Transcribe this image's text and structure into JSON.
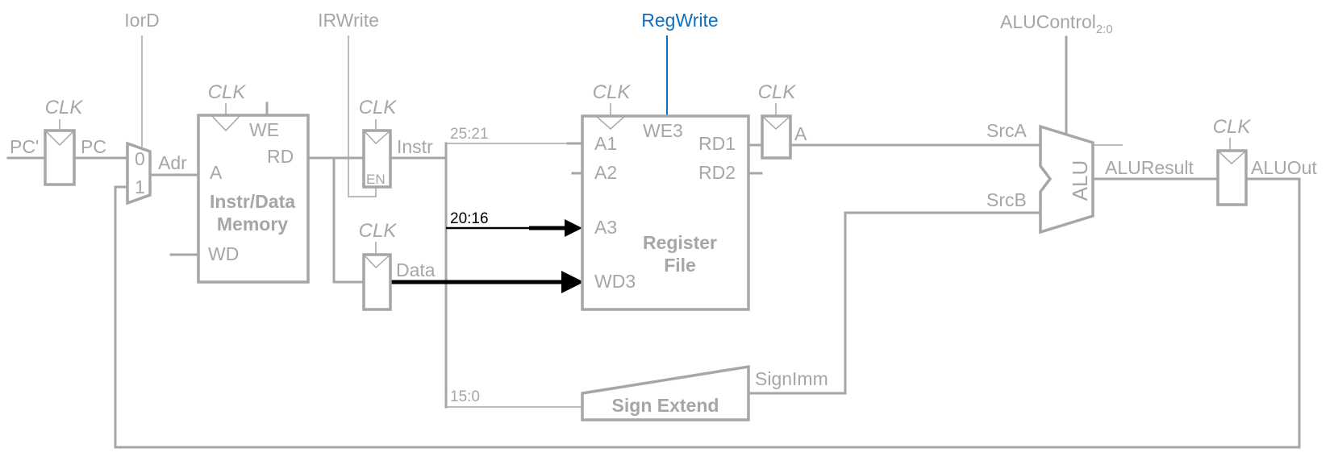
{
  "control": {
    "iord": "IorD",
    "irwrite": "IRWrite",
    "regwrite": "RegWrite",
    "alucontrol": "ALUControl",
    "alucontrol_sub": "2:0"
  },
  "clk_label": "CLK",
  "signals": {
    "pc_prime": "PC'",
    "pc": "PC",
    "adr": "Adr",
    "instr": "Instr",
    "data": "Data",
    "srca": "SrcA",
    "srcb": "SrcB",
    "aluresult": "ALUResult",
    "aluout": "ALUOut",
    "signimm": "SignImm",
    "reg_a": "A"
  },
  "mux": {
    "in0": "0",
    "in1": "1"
  },
  "memory": {
    "title_line1": "Instr/Data",
    "title_line2": "Memory",
    "port_a": "A",
    "port_rd": "RD",
    "port_we": "WE",
    "port_wd": "WD"
  },
  "ir": {
    "en": "EN"
  },
  "regfile": {
    "title_line1": "Register",
    "title_line2": "File",
    "a1": "A1",
    "a2": "A2",
    "a3": "A3",
    "wd3": "WD3",
    "we3": "WE3",
    "rd1": "RD1",
    "rd2": "RD2"
  },
  "fields": {
    "rs": "25:21",
    "rt": "20:16",
    "imm": "15:0"
  },
  "alu": {
    "label": "ALU"
  },
  "signext": {
    "label": "Sign Extend"
  },
  "colors": {
    "wire": "#a6a6a6",
    "highlight": "#000000",
    "regwrite": "#0e6fbd"
  }
}
